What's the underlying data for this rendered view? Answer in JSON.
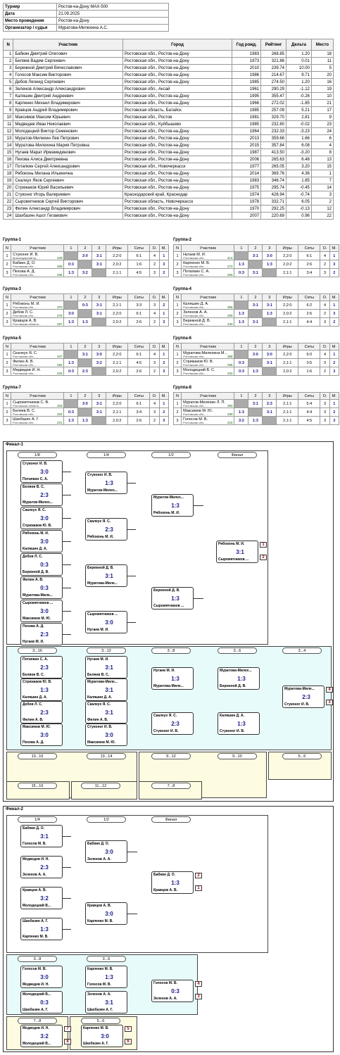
{
  "info": [
    {
      "k": "Турнир",
      "v": "Ростов-на-Дону MAX-500"
    },
    {
      "k": "Дата",
      "v": "21.09.2025"
    },
    {
      "k": "Место проведения",
      "v": "Ростов-на-Дону"
    },
    {
      "k": "Организатор / судья",
      "v": "Муратова-Милехина А.С."
    }
  ],
  "part_headers": [
    "N",
    "Участник",
    "Город",
    "Год рожд.",
    "Рейтинг",
    "Дельта",
    "Место"
  ],
  "participants": [
    [
      "1",
      "Бабкин Дмитрий Олегович",
      "Ростовская обл., Ростов-на-Дону",
      "1983",
      "268.85",
      "1.20",
      "18"
    ],
    [
      "2",
      "Беляев Вадим Сергеевич",
      "Ростовская обл., Ростов-на-Дону",
      "1973",
      "321.86",
      "0.01",
      "11"
    ],
    [
      "3",
      "Бережной Дмитрий Вячеславович",
      "Ростовская обл., Ростов-на-Дону",
      "2010",
      "239.74",
      "10.00",
      "5"
    ],
    [
      "4",
      "Голосов Максим Викторович",
      "Ростовская обл., Ростов-на-Дону",
      "1986",
      "214.67",
      "9.71",
      "20"
    ],
    [
      "5",
      "Дебов Леонид Сергеевич",
      "Ростовская обл., Ростов-на-Дону",
      "1985",
      "274.50",
      "1.20",
      "16"
    ],
    [
      "6",
      "Зеленов Александр Александрович",
      "Ростовская обл., Аксай",
      "1961",
      "290.29",
      "-1.12",
      "19"
    ],
    [
      "7",
      "Каляшин Дмитрий Андреевич",
      "Ростовская обл., Ростов-на-Дону",
      "1995",
      "355.47",
      "-0.26",
      "10"
    ],
    [
      "8",
      "Карпенко Михаил Владимирович",
      "Ростовская обл., Ростов-на-Дону",
      "1966",
      "272.02",
      "-1.85",
      "21"
    ],
    [
      "9",
      "Кравцов Андрей Владимирович",
      "Ростовская область, Батайск",
      "1985",
      "257.09",
      "5.21",
      "17"
    ],
    [
      "10",
      "Максимов Максим Юрьевич",
      "Ростовская обл., Ростов",
      "1981",
      "329.70",
      "2.81",
      "9"
    ],
    [
      "11",
      "Медведев Иван Николаевич",
      "Ростовская обл., Куйбышево",
      "1985",
      "232.80",
      "-0.02",
      "23"
    ],
    [
      "12",
      "Молодецкий Виктор Семенович",
      "Ростовская обл., Ростов-на-Дону",
      "1964",
      "232.33",
      "-3.23",
      "24"
    ],
    [
      "13",
      "Муратов-Милехин Лев Петрович",
      "Ростовская обл., Ростов-на-Дону",
      "2013",
      "359.68",
      "1.66",
      "6"
    ],
    [
      "14",
      "Муратова-Милехина Мария Петровна",
      "Ростовская обл., Ростов-на-Дону",
      "2015",
      "357.84",
      "6.08",
      "4"
    ],
    [
      "15",
      "Нугаев Марат Ирмамединович",
      "Ростовская обл., Ростов-на-Дону",
      "1987",
      "413.50",
      "-3.20",
      "8"
    ],
    [
      "16",
      "Пехова Алиса Дмитриевна",
      "Ростовская обл., Ростов-на-Дону",
      "2006",
      "265.63",
      "6.48",
      "13"
    ],
    [
      "17",
      "Потапкин Сергей Александрович",
      "Ростовская обл., Новочеркасск",
      "1977",
      "265.05",
      "3.20",
      "15"
    ],
    [
      "18",
      "Рябоконь Милана Ильинична",
      "Ростовская обл., Ростов-на-Дону",
      "2014",
      "369.76",
      "4.36",
      "1"
    ],
    [
      "19",
      "Скалеух Яков Сергеевич",
      "Ростовская обл., Ростов-на-Дону",
      "1983",
      "346.74",
      "1.85",
      "7"
    ],
    [
      "20",
      "Стрижаков Юрий Васильевич",
      "Ростовская обл., Ростов-на-Дону",
      "1975",
      "295.74",
      "-0.45",
      "14"
    ],
    [
      "21",
      "Стуконог Игорь Валериевич",
      "Краснодарский край, Краснодар",
      "1974",
      "428.94",
      "-0.74",
      "3"
    ],
    [
      "22",
      "Сыромятников Сергей Викторович",
      "Ростовская область, Новочеркасск",
      "1978",
      "332.71",
      "6.05",
      "2"
    ],
    [
      "23",
      "Филин Александр Владимирович",
      "Ростовская обл., Ростов-на-Дону",
      "1970",
      "292.25",
      "-0.13",
      "12"
    ],
    [
      "24",
      "Шахбазян Ашот Гегамович",
      "Ростовская обл., Ростов-на-Дону",
      "2007",
      "220.69",
      "0.96",
      "22"
    ]
  ],
  "group_headers": [
    "N",
    "Участник",
    "1",
    "2",
    "3",
    "Игры",
    "Сеты",
    "О.",
    "М."
  ],
  "groups": [
    {
      "title": "Группа-1",
      "rows": [
        {
          "n": "1",
          "name": "Стуконог И. В.",
          "sub": "Краснодарский кр., ...",
          "r": "429",
          "c": [
            "",
            "3:0",
            "3:1"
          ],
          "g": "2,2:0",
          "s": "6:1",
          "o": "4",
          "m": "1"
        },
        {
          "n": "2",
          "name": "Бабкин Д. О.",
          "sub": "Ростовская обл., ...",
          "r": "269",
          "c": [
            "0:3",
            "",
            "3:1"
          ],
          "g": "2,0:2",
          "s": "1:6",
          "o": "2",
          "m": "3"
        },
        {
          "n": "3",
          "name": "Пехова А. Д.",
          "sub": "Ростовская обл., ...",
          "r": "266",
          "c": [
            "1:3",
            "3:2",
            ""
          ],
          "g": "2,1:1",
          "s": "4:5",
          "o": "3",
          "m": "2"
        }
      ]
    },
    {
      "title": "Группа-2",
      "rows": [
        {
          "n": "1",
          "name": "Нугаев М. И.",
          "sub": "Ростовская обл., ...",
          "r": "414",
          "c": [
            "",
            "3:1",
            "3:0"
          ],
          "g": "2,2:0",
          "s": "6:1",
          "o": "4",
          "m": "1"
        },
        {
          "n": "2",
          "name": "Карпенко М. В.",
          "sub": "Ростовская обл., ...",
          "r": "272",
          "c": [
            "1:3",
            "",
            "1:3"
          ],
          "g": "2,0:2",
          "s": "2:6",
          "o": "2",
          "m": "3"
        },
        {
          "n": "3",
          "name": "Потапкин С. А.",
          "sub": "Ростовская обл., ...",
          "r": "265",
          "c": [
            "0:3",
            "3:1",
            ""
          ],
          "g": "2,1:1",
          "s": "3:4",
          "o": "3",
          "m": "2"
        }
      ]
    },
    {
      "title": "Группа-3",
      "rows": [
        {
          "n": "1",
          "name": "Рябоконь М. И.",
          "sub": "Ростовская обл., ...",
          "r": "370",
          "c": [
            "",
            "0:3",
            "3:1"
          ],
          "g": "2,1:1",
          "s": "3:3",
          "o": "3",
          "m": "2"
        },
        {
          "n": "2",
          "name": "Дебов Л. С.",
          "sub": "Ростовская обл., ...",
          "r": "275",
          "c": [
            "3:0",
            "",
            "3:1"
          ],
          "g": "2,2:0",
          "s": "6:1",
          "o": "4",
          "m": "1"
        },
        {
          "n": "3",
          "name": "Кравцов А. В.",
          "sub": "Ростовская область...",
          "r": "257",
          "c": [
            "1:3",
            "1:3",
            ""
          ],
          "g": "2,0:2",
          "s": "2:6",
          "o": "2",
          "m": "3"
        }
      ]
    },
    {
      "title": "Группа-4",
      "rows": [
        {
          "n": "1",
          "name": "Каляшин Д. А.",
          "sub": "Ростовская обл., ...",
          "r": "355",
          "c": [
            "",
            "3:1",
            "3:1"
          ],
          "g": "2,2:0",
          "s": "6:2",
          "o": "4",
          "m": "1"
        },
        {
          "n": "2",
          "name": "Зеленов А. А.",
          "sub": "Ростовская обл., ...",
          "r": "290",
          "c": [
            "1:3",
            "",
            "1:3"
          ],
          "g": "2,0:2",
          "s": "2:6",
          "o": "2",
          "m": "3"
        },
        {
          "n": "3",
          "name": "Бережной Д. В.",
          "sub": "Ростовская обл., ...",
          "r": "240",
          "c": [
            "1:3",
            "3:1",
            ""
          ],
          "g": "2,1:1",
          "s": "4:4",
          "o": "3",
          "m": "2"
        }
      ]
    },
    {
      "title": "Группа-5",
      "rows": [
        {
          "n": "1",
          "name": "Скалеух Я. С.",
          "sub": "Ростовская обл., ...",
          "r": "347",
          "c": [
            "",
            "3:1",
            "3:0"
          ],
          "g": "2,2:0",
          "s": "6:1",
          "o": "4",
          "m": "1"
        },
        {
          "n": "2",
          "name": "Филин А. В.",
          "sub": "Ростовская обл., ...",
          "r": "292",
          "c": [
            "1:3",
            "",
            "3:2"
          ],
          "g": "2,1:1",
          "s": "4:5",
          "o": "3",
          "m": "2"
        },
        {
          "n": "3",
          "name": "Медведев И. Н.",
          "sub": "Ростовская обл., ...",
          "r": "233",
          "c": [
            "0:3",
            "2:3",
            ""
          ],
          "g": "2,0:2",
          "s": "2:6",
          "o": "2",
          "m": "3"
        }
      ]
    },
    {
      "title": "Группа-6",
      "rows": [
        {
          "n": "1",
          "name": "Муратова-Милехина М...",
          "sub": "Ростовская обл., ...",
          "r": "358",
          "c": [
            "",
            "3:0",
            "3:0"
          ],
          "g": "2,2:0",
          "s": "6:0",
          "o": "4",
          "m": "1"
        },
        {
          "n": "2",
          "name": "Стрижаков Ю. В.",
          "sub": "Ростовская обл., ...",
          "r": "296",
          "c": [
            "0:3",
            "",
            "3:1"
          ],
          "g": "2,1:1",
          "s": "3:5",
          "o": "3",
          "m": "2"
        },
        {
          "n": "3",
          "name": "Молодецкий В. С.",
          "sub": "Ростовская обл., ...",
          "r": "232",
          "c": [
            "0:3",
            "1:3",
            ""
          ],
          "g": "2,0:2",
          "s": "1:6",
          "o": "2",
          "m": "3"
        }
      ]
    },
    {
      "title": "Группа-7",
      "rows": [
        {
          "n": "1",
          "name": "Сыромятников С. В.",
          "sub": "Ростовская область...",
          "r": "333",
          "c": [
            "",
            "3:0",
            "3:1"
          ],
          "g": "2,2:0",
          "s": "6:1",
          "o": "4",
          "m": "1"
        },
        {
          "n": "2",
          "name": "Беляев В. С.",
          "sub": "Ростовская обл., ...",
          "r": "322",
          "c": [
            "0:3",
            "",
            "3:1"
          ],
          "g": "2,1:1",
          "s": "3:4",
          "o": "3",
          "m": "2"
        },
        {
          "n": "3",
          "name": "Шахбазян А. Г.",
          "sub": "Ростовская обл., ...",
          "r": "221",
          "c": [
            "1:3",
            "1:3",
            ""
          ],
          "g": "2,0:2",
          "s": "2:6",
          "o": "2",
          "m": "3"
        }
      ]
    },
    {
      "title": "Группа-8",
      "rows": [
        {
          "n": "1",
          "name": "Муратов-Милехин Л. П.",
          "sub": "Ростовская обл., ...",
          "r": "360",
          "c": [
            "",
            "3:1",
            "2:3"
          ],
          "g": "2,1:1",
          "s": "5:4",
          "o": "3",
          "m": "1"
        },
        {
          "n": "2",
          "name": "Максимов М. Ю.",
          "sub": "Ростовская обл., ...",
          "r": "330",
          "c": [
            "1:3",
            "",
            "3:1"
          ],
          "g": "2,1:1",
          "s": "4:4",
          "o": "3",
          "m": "2"
        },
        {
          "n": "3",
          "name": "Голосов М. В.",
          "sub": "Ростовская обл., ...",
          "r": "215",
          "c": [
            "3:2",
            "1:3",
            ""
          ],
          "g": "2,1:1",
          "s": "4:5",
          "o": "3",
          "m": "3"
        }
      ]
    }
  ],
  "final1": {
    "title": "Финал-1",
    "pills": [
      "1/8",
      "1/4",
      "1/2",
      "Финал",
      "3...16",
      "3...12",
      "3...8",
      "3...6",
      "3...4",
      "13...16",
      "13...14",
      "9...12",
      "9...10",
      "5...6",
      "15...16",
      "11...12",
      "7...8"
    ],
    "r1": [
      {
        "a": "Стуконог И. В.",
        "b": "Потапкин С. А.",
        "sc": "3:0"
      },
      {
        "a": "Беляев В. С.",
        "b": "Муратов-Милех...",
        "sc": "2:3"
      },
      {
        "a": "Скалеух Я. С.",
        "b": "Стрижаков Ю. В.",
        "sc": "3:0"
      },
      {
        "a": "Рябоконь М. И.",
        "b": "Каляшин Д. А.",
        "sc": "3:0"
      },
      {
        "a": "Дебов Л. С.",
        "b": "Бережной Д. В.",
        "sc": "0:3"
      },
      {
        "a": "Филин А. В.",
        "b": "Муратова-Миле...",
        "sc": "0:3"
      },
      {
        "a": "Сыромятников ...",
        "b": "Максимов М. Ю.",
        "sc": "3:0"
      },
      {
        "a": "Пехова А. Д.",
        "b": "Нугаев М. И.",
        "sc": "2:3"
      }
    ],
    "r2": [
      {
        "a": "Стуконог И. В.",
        "b": "Муратов-Милех...",
        "sc": "1:3"
      },
      {
        "a": "Скалеух Я. С.",
        "b": "Рябоконь М. И.",
        "sc": "2:3"
      },
      {
        "a": "Бережной Д. В.",
        "b": "Муратова-Миле...",
        "sc": "3:1"
      },
      {
        "a": "Сыромятников ...",
        "b": "Нугаев М. И.",
        "sc": "3:0"
      }
    ],
    "r3": [
      {
        "a": "Муратов-Милех...",
        "b": "Рябоконь М. И.",
        "sc": "1:3"
      },
      {
        "a": "Бережной Д. В.",
        "b": "Сыромятников ...",
        "sc": "1:3"
      }
    ],
    "final": {
      "a": "Рябоконь М. И.",
      "b": "Сыромятников ...",
      "sc": "3:1",
      "ra": "1",
      "rb": "2"
    },
    "cons": [
      {
        "a": "Потапкин С. А.",
        "b": "Беляев В. С.",
        "sc": "2:3"
      },
      {
        "a": "Стрижаков Ю. В.",
        "b": "Каляшин Д. А.",
        "sc": "1:3"
      },
      {
        "a": "Дебов Л. С.",
        "b": "Филин А. В.",
        "sc": "2:3"
      },
      {
        "a": "Максимов М. Ю.",
        "b": "Пехова А. Д.",
        "sc": "3:0"
      },
      {
        "a": "Нугаев М. И.",
        "b": "Беляев В. С.",
        "sc": "3:1"
      },
      {
        "a": "Муратова-Миле...",
        "b": "Каляшин Д. А.",
        "sc": "3:1"
      },
      {
        "a": "Скалеух Я. С.",
        "b": "Филин А. В.",
        "sc": "3:1"
      },
      {
        "a": "Стуконог И. В.",
        "b": "Максимов М. Ю.",
        "sc": "3:0"
      },
      {
        "a": "Нугаев М. И.",
        "b": "Муратова-Миле...",
        "sc": "1:3"
      },
      {
        "a": "Скалеух Я. С.",
        "b": "Стуконог И. В.",
        "sc": "2:3"
      },
      {
        "a": "Муратова-Милех...",
        "b": "Бережной Д. В.",
        "sc": "1:3"
      },
      {
        "a": "Каляшин Д. А.",
        "b": "Стуконог И. В.",
        "sc": "1:3"
      },
      {
        "a": "Муратова-Миле...",
        "b": "Стуконог И. В.",
        "sc": "2:3",
        "ra": "4",
        "rb": "3"
      }
    ]
  },
  "final2": {
    "title": "Финал-2",
    "pills": [
      "1/4",
      "1/2",
      "Финал",
      "3...8",
      "3...6",
      "7...8",
      "5...6"
    ],
    "r1": [
      {
        "a": "Бабкин Д. О.",
        "b": "Голосов М. В.",
        "sc": "3:1"
      },
      {
        "a": "Медведев И. Н.",
        "b": "Зеленов А. А.",
        "sc": "2:3"
      },
      {
        "a": "Кравцов А. В.",
        "b": "Молодецкий В...",
        "sc": "3:2"
      },
      {
        "a": "Шахбазян А. Г.",
        "b": "Карпенко М. В.",
        "sc": "1:3"
      }
    ],
    "r2": [
      {
        "a": "Бабкин Д. О.",
        "b": "Зеленов А. А.",
        "sc": "3:0"
      },
      {
        "a": "Кравцов А. В.",
        "b": "Карпенко М. В.",
        "sc": "3:0"
      }
    ],
    "final": {
      "a": "Бабкин Д. О.",
      "b": "Кравцов А. В.",
      "sc": "1:3",
      "ra": "2",
      "rb": "1"
    },
    "cons": [
      {
        "a": "Голосов М. В.",
        "b": "Медведев И. Н.",
        "sc": "3:0"
      },
      {
        "a": "Молодецкий В...",
        "b": "Шахбазян А. Г.",
        "sc": "0:3"
      },
      {
        "a": "Карпенко М. В.",
        "b": "Голосов М. В.",
        "sc": "1:3"
      },
      {
        "a": "Зеленов А. А.",
        "b": "Шахбазян А. Г.",
        "sc": "3:1"
      },
      {
        "a": "Голосов М. В.",
        "b": "Зеленов А. А.",
        "sc": "0:3",
        "ra": "4",
        "rb": "3"
      },
      {
        "a": "Медведев И. Н.",
        "b": "Молодецкий В...",
        "sc": "3:2",
        "ra": "7",
        "rb": "8"
      },
      {
        "a": "Карпенко М. В.",
        "b": "Шахбазян А. Г.",
        "sc": "3:0",
        "ra": "5",
        "rb": "6"
      }
    ]
  }
}
